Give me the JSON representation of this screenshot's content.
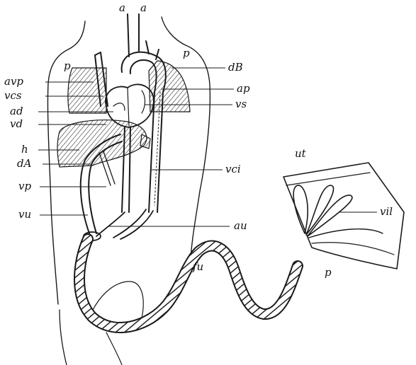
{
  "labels": {
    "a_left": "a",
    "a_right": "a",
    "p_left": "p",
    "p_right": "p",
    "dB": "dB",
    "avp": "avp",
    "ap": "ap",
    "vcs": "vcs",
    "vs": "vs",
    "ad": "ad",
    "vd": "vd",
    "h": "h",
    "dA": "dA",
    "vci": "vci",
    "vp": "vp",
    "vu": "vu",
    "au": "au",
    "fu": "fu",
    "ut": "ut",
    "vil": "vil",
    "p_placenta": "p"
  }
}
